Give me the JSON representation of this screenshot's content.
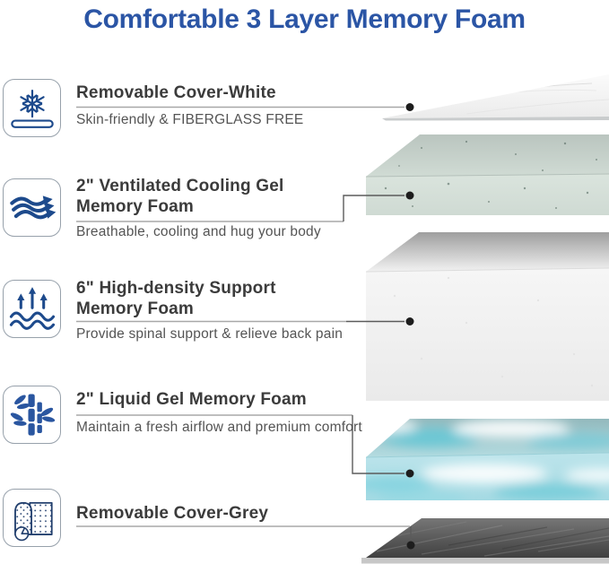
{
  "title": "Comfortable 3 Layer Memory Foam",
  "sections": [
    {
      "icon": "snowflake-icon",
      "heading_line1": "Removable Cover-White",
      "heading_line2": "",
      "subtext": "Skin-friendly & FIBERGLASS FREE"
    },
    {
      "icon": "airflow-icon",
      "heading_line1": "2\" Ventilated Cooling Gel",
      "heading_line2": "Memory Foam",
      "subtext": "Breathable, cooling and hug your body"
    },
    {
      "icon": "waves-arrows-icon",
      "heading_line1": "6\" High-density Support",
      "heading_line2": "Memory Foam",
      "subtext": "Provide spinal support & relieve back pain"
    },
    {
      "icon": "bamboo-icon",
      "heading_line1": "2\" Liquid Gel Memory Foam",
      "heading_line2": "",
      "subtext": "Maintain a fresh airflow and premium comfort"
    },
    {
      "icon": "fabric-roll-icon",
      "heading_line1": "Removable Cover-Grey",
      "heading_line2": "",
      "subtext": ""
    }
  ],
  "layers": [
    {
      "name": "white-cover-layer",
      "color": "#f2f2f2"
    },
    {
      "name": "cooling-gel-foam-layer",
      "color": "#d7e1da"
    },
    {
      "name": "high-density-foam-layer",
      "color": "#f3f3f3"
    },
    {
      "name": "liquid-gel-foam-layer",
      "color": "#aadde6"
    },
    {
      "name": "grey-cover-layer",
      "color": "#4a4a4a"
    }
  ],
  "colors": {
    "title_blue": "#2b55a5",
    "icon_blue": "#1d4a8c",
    "heading_text": "#3b3b3b",
    "subtext": "#545454",
    "leader_line": "#5b5b5b",
    "divider": "#a8a8a8",
    "dot": "#1d1d1d"
  }
}
